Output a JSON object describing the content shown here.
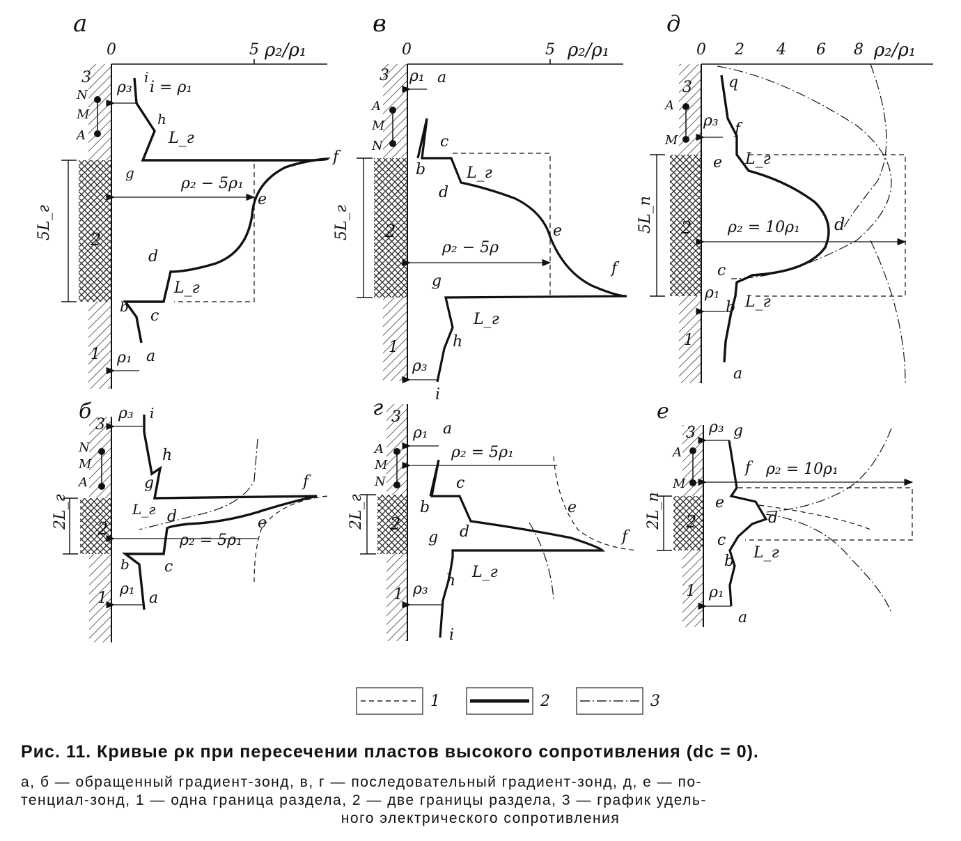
{
  "panels": [
    {
      "id": "a",
      "letter": "а",
      "axis": {
        "zero": "0",
        "mark": "5",
        "unit": "ρ₂/ρ₁"
      },
      "layers": [
        "3",
        "2",
        "1"
      ],
      "electrodes": [
        "N",
        "M",
        "A"
      ],
      "thickness": "5L_г",
      "points": [
        "i",
        "h",
        "g",
        "f",
        "e",
        "d",
        "c",
        "b",
        "a"
      ],
      "labels": {
        "top": "ρ₃",
        "eq": "i = ρ₁",
        "mid": "ρ₂ − 5ρ₁",
        "bot": "ρ₁",
        "lg": "L_г"
      }
    },
    {
      "id": "v",
      "letter": "в",
      "axis": {
        "zero": "0",
        "mark": "5",
        "unit": "ρ₂/ρ₁"
      },
      "layers": [
        "3",
        "2",
        "1"
      ],
      "electrodes": [
        "A",
        "M",
        "N"
      ],
      "thickness": "5L_г",
      "points": [
        "a",
        "b",
        "c",
        "d",
        "e",
        "f",
        "g",
        "h",
        "i"
      ],
      "labels": {
        "top": "ρ₁",
        "mid": "ρ₂ − 5ρ",
        "bot": "ρ₃",
        "lg": "L_г"
      }
    },
    {
      "id": "d",
      "letter": "д",
      "axis": {
        "ticks": [
          "0",
          "2",
          "4",
          "6",
          "8"
        ],
        "unit": "ρ₂/ρ₁"
      },
      "layers": [
        "3",
        "2",
        "1"
      ],
      "electrodes": [
        "A",
        "M"
      ],
      "thickness": "5L_п",
      "points": [
        "q",
        "f",
        "e",
        "d",
        "c",
        "b",
        "a"
      ],
      "labels": {
        "top": "ρ₃",
        "mid": "ρ₂ = 10ρ₁",
        "bot": "ρ₁",
        "lg": "L_г"
      }
    },
    {
      "id": "b",
      "letter": "б",
      "layers": [
        "3",
        "2",
        "1"
      ],
      "electrodes": [
        "N",
        "M",
        "A"
      ],
      "thickness": "2L_г",
      "points": [
        "i",
        "h",
        "g",
        "f",
        "e",
        "d",
        "c",
        "b",
        "a"
      ],
      "labels": {
        "top": "ρ₃",
        "mid": "ρ₂ = 5ρ₁",
        "bot": "ρ₁",
        "lg": "L_г"
      }
    },
    {
      "id": "g",
      "letter": "г",
      "layers": [
        "3",
        "2",
        "1"
      ],
      "electrodes": [
        "A",
        "M",
        "N"
      ],
      "thickness": "2L_г",
      "points": [
        "a",
        "b",
        "c",
        "d",
        "e",
        "f",
        "g",
        "h",
        "i"
      ],
      "labels": {
        "top": "ρ₁",
        "mid": "ρ₂ = 5ρ₁",
        "bot": "ρ₃",
        "lg": "L_г"
      }
    },
    {
      "id": "e",
      "letter": "е",
      "layers": [
        "3",
        "2",
        "1"
      ],
      "electrodes": [
        "A",
        "M"
      ],
      "thickness": "2L_п",
      "points": [
        "g",
        "f",
        "e",
        "d",
        "c",
        "b",
        "a"
      ],
      "labels": {
        "top": "ρ₃",
        "mid": "ρ₂ = 10ρ₁",
        "bot": "ρ₁",
        "lg": "L_г"
      }
    }
  ],
  "legend": [
    {
      "num": "1",
      "style": "dashed"
    },
    {
      "num": "2",
      "style": "thick"
    },
    {
      "num": "3",
      "style": "dash-dot"
    }
  ],
  "caption": {
    "title": "Рис. 11. Кривые ρк при пересечении пластов высокого сопротивления (dс = 0).",
    "line1": "а, б — обращенный градиент-зонд, в, г — последовательный градиент-зонд, д, е — по-",
    "line2": "тенциал-зонд, 1 — одна граница раздела, 2 — две границы раздела, 3 — график удель-",
    "line3": "ного электрического сопротивления"
  }
}
